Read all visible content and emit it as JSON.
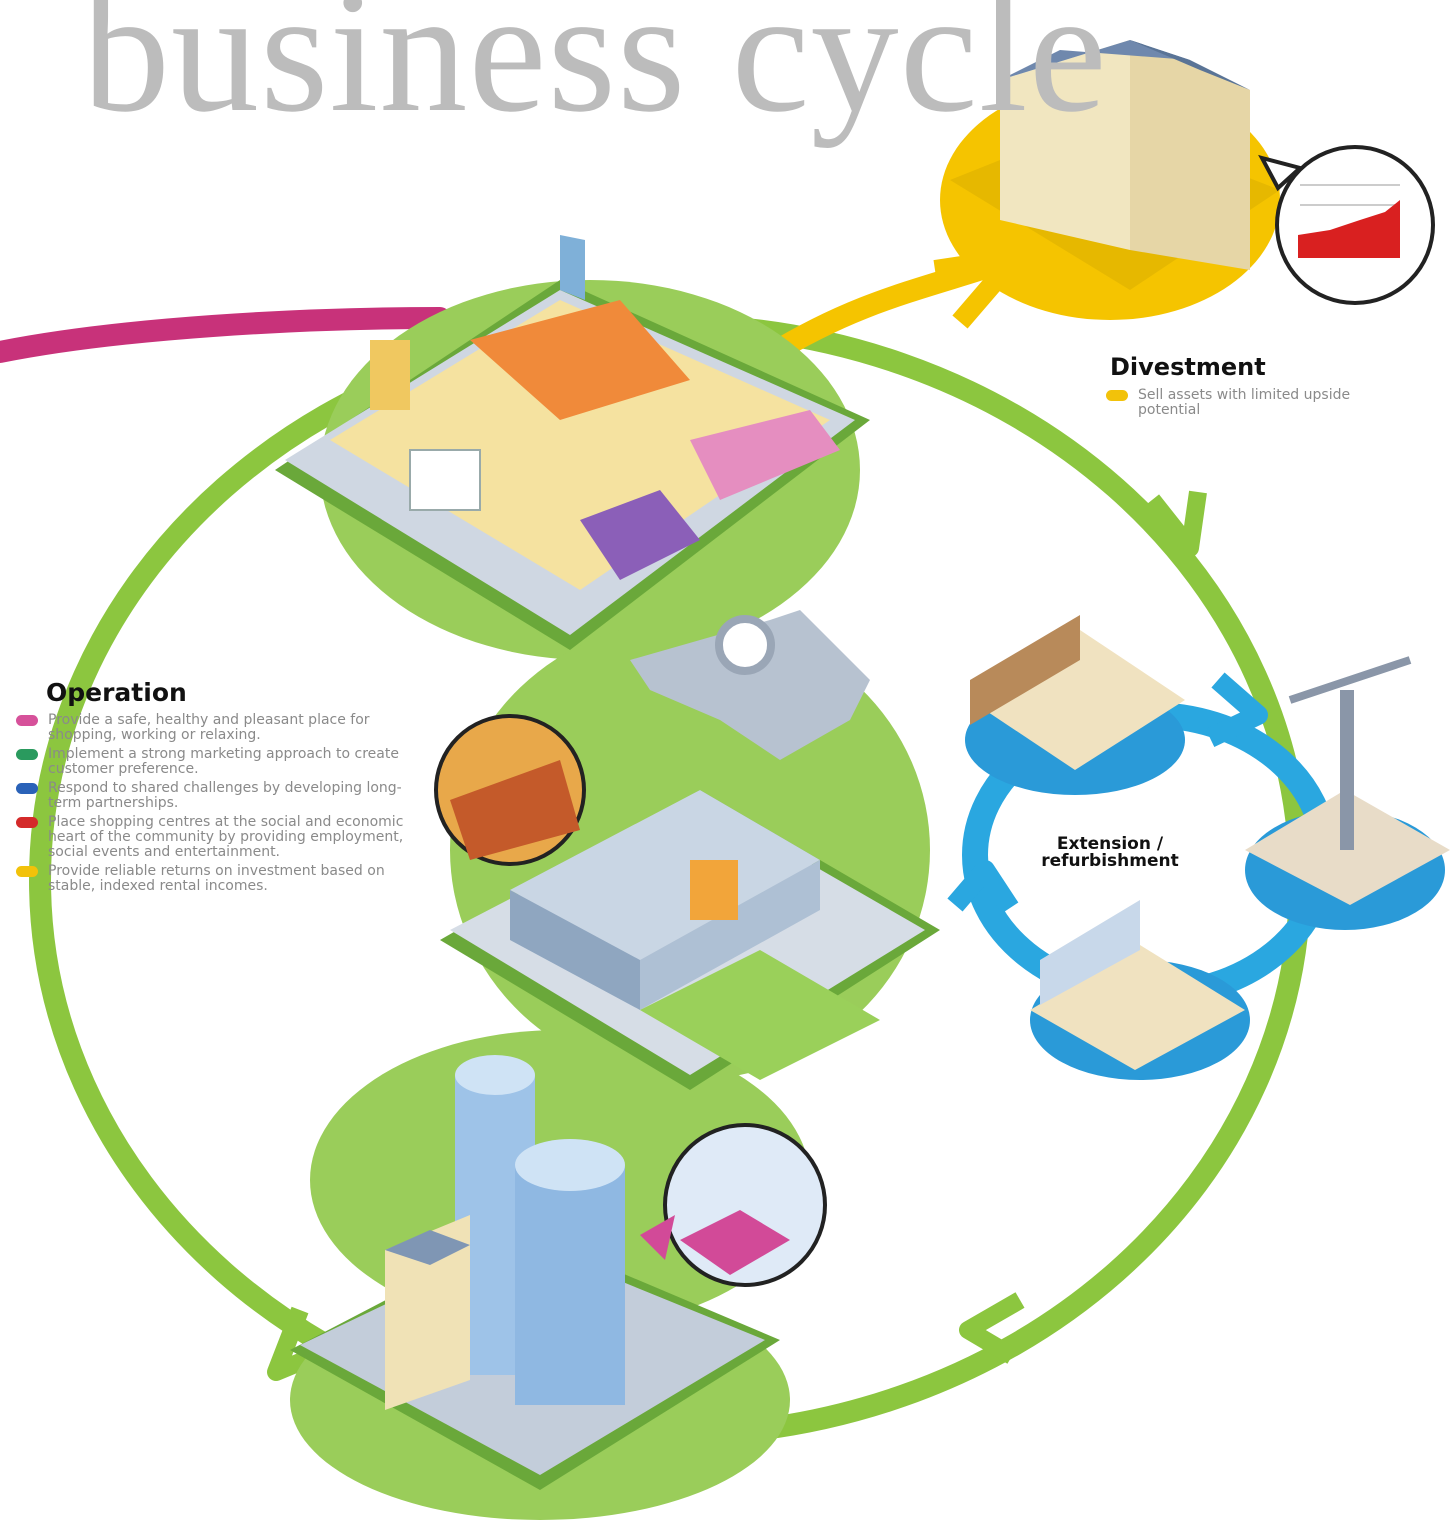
{
  "title": "business cycle",
  "divestment": {
    "heading": "Divestment",
    "items": [
      {
        "text": "Sell assets with limited upside potential",
        "color": "#f2c20a"
      }
    ]
  },
  "operation": {
    "heading": "Operation",
    "items": [
      {
        "text": "Provide a safe, healthy and pleasant place for shopping, working or relaxing.",
        "color": "#d6519a"
      },
      {
        "text": "Implement a strong marketing approach to create customer preference.",
        "color": "#2a9a5e"
      },
      {
        "text": "Respond to shared challenges by developing long-term partnerships.",
        "color": "#2a62b8"
      },
      {
        "text": "Place shopping centres at the social and economic heart of the community by providing employment, social events and entertainment.",
        "color": "#d42a2a"
      },
      {
        "text": "Provide reliable returns on investment based on stable, indexed rental incomes.",
        "color": "#f2c20a"
      }
    ]
  },
  "extension": {
    "line1": "Extension /",
    "line2": "refurbishment"
  },
  "colors": {
    "cycle_green": "#8cc63f",
    "blob_green": "#9acd5a",
    "magenta": "#c8327a",
    "yellow": "#f5c400",
    "cyan": "#2aa7e0",
    "title_gray": "#bcbcbc"
  },
  "icons": [
    "shopping-centre-illustration",
    "mall-building-illustration",
    "office-towers-illustration",
    "classical-building-illustration",
    "rising-chart-icon",
    "meeting-room-illustration",
    "construction-crane-illustration",
    "design-office-illustration",
    "cinema-seats-icon",
    "office-workers-icon"
  ]
}
